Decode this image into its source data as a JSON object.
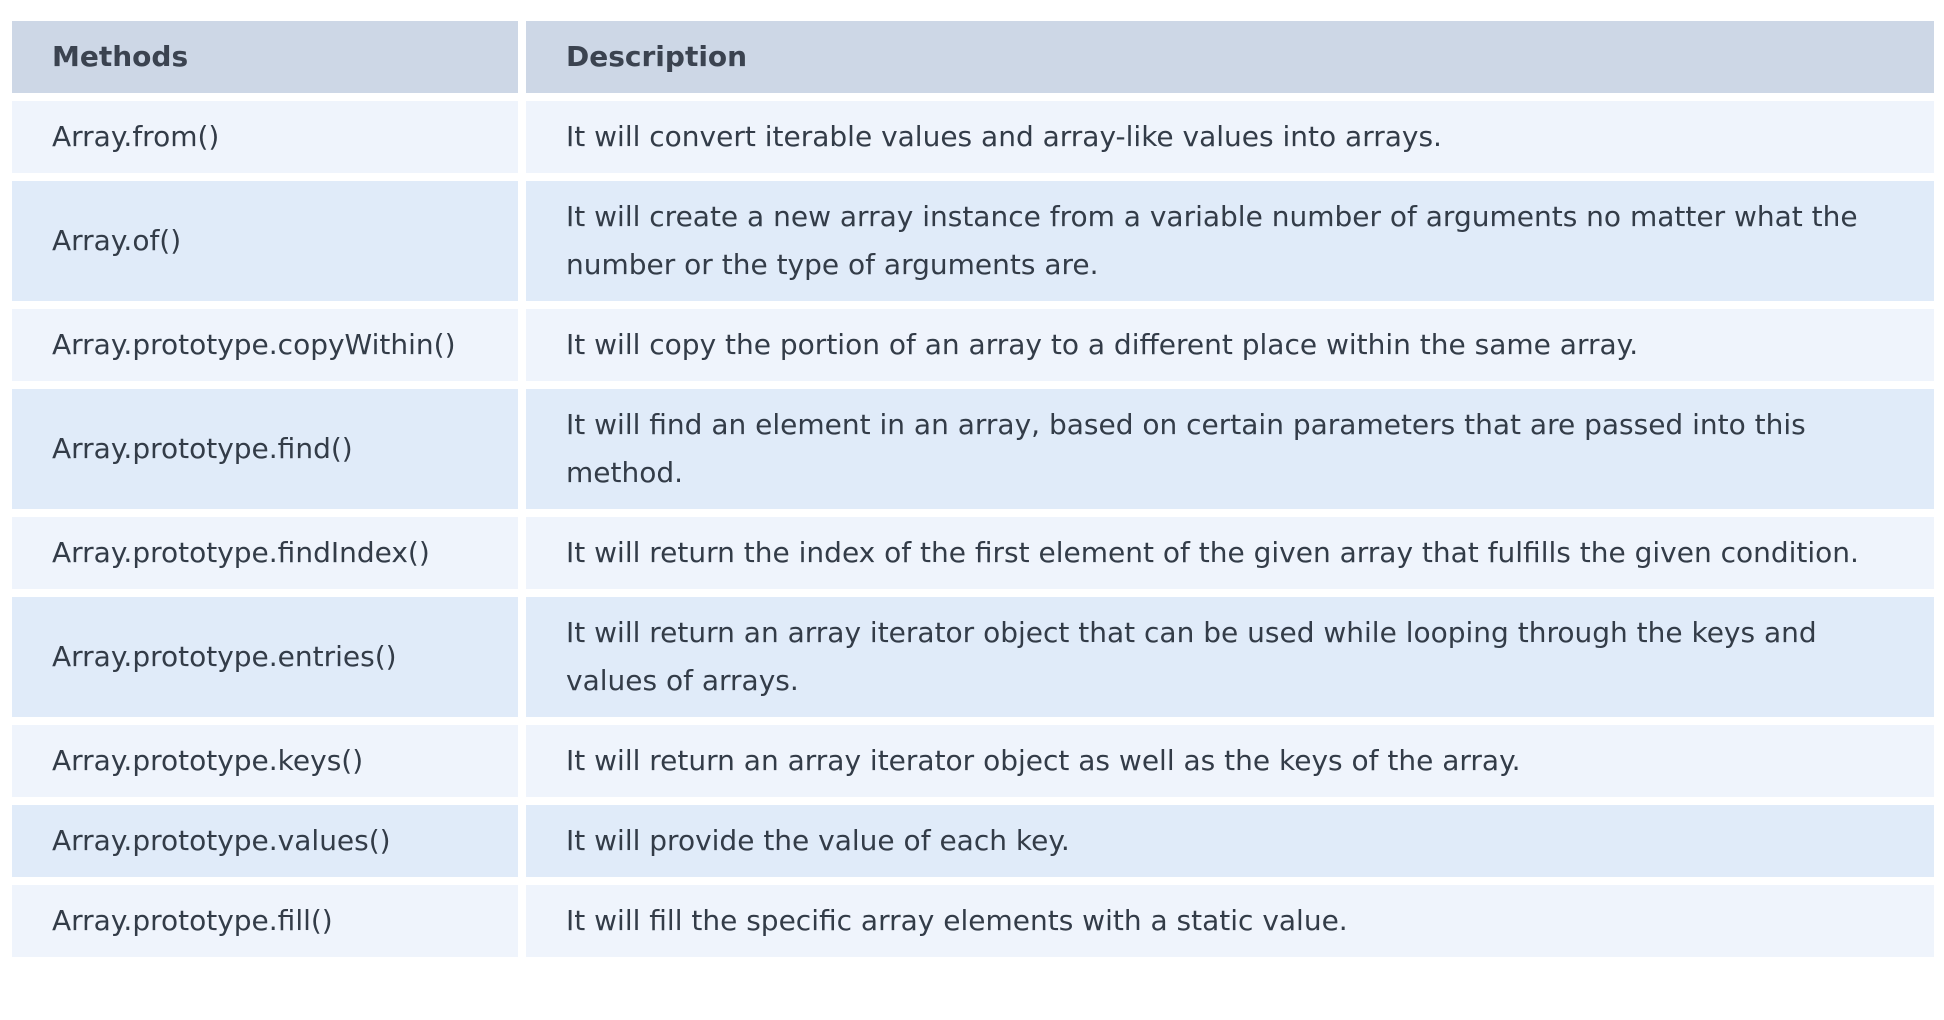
{
  "table": {
    "headers": [
      "Methods",
      "Description"
    ],
    "rows": [
      {
        "method": "Array.from()",
        "description": "It will convert iterable values and array-like values into arrays."
      },
      {
        "method": "Array.of()",
        "description": "It will create a new array instance from a variable number of arguments no matter what the number or the type of arguments are."
      },
      {
        "method": "Array.prototype.copyWithin()",
        "description": "It will copy the portion of an array to a different place within the same array."
      },
      {
        "method": "Array.prototype.find()",
        "description": "It will find an element in an array, based on certain parameters that are passed into this method."
      },
      {
        "method": "Array.prototype.findIndex()",
        "description": "It will return the index of the first element of the given array that fulfills the given condition."
      },
      {
        "method": "Array.prototype.entries()",
        "description": "It will return an array iterator object that can be used while looping through the keys and values of arrays."
      },
      {
        "method": "Array.prototype.keys()",
        "description": "It will return an array iterator object as well as the keys of the array."
      },
      {
        "method": "Array.prototype.values()",
        "description": "It will provide the value of each key."
      },
      {
        "method": "Array.prototype.fill()",
        "description": "It will fill the specific array elements with a static value."
      }
    ]
  }
}
